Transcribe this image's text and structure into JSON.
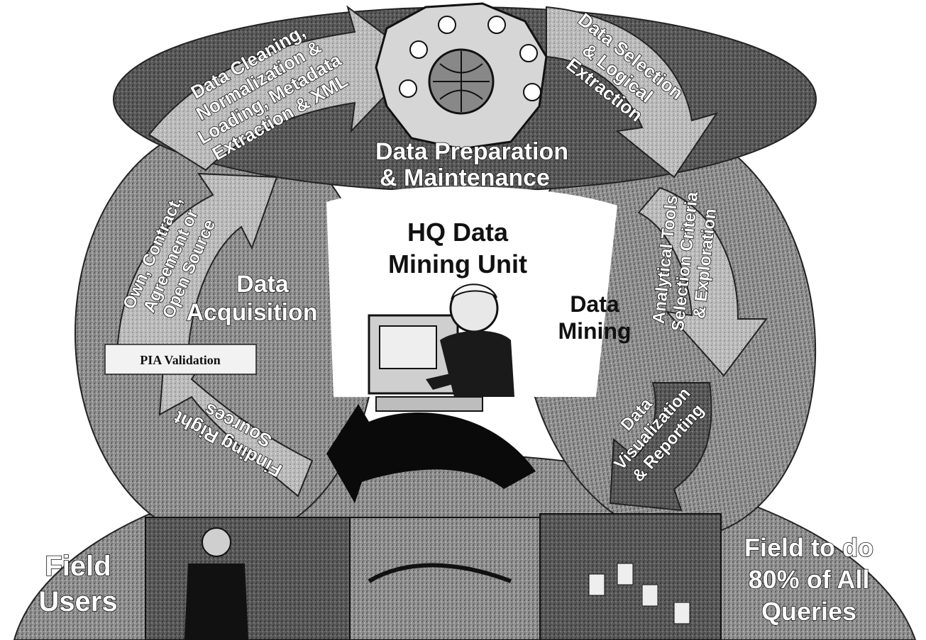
{
  "diagram": {
    "top_ellipse": {
      "left_arrow_lines": [
        "Data Cleaning,",
        "Normalization &",
        "Loading, Metadata",
        "Extraction & XML"
      ],
      "right_arrow_lines": [
        "Data Selection",
        "& Logical",
        "Extraction"
      ],
      "title_lines": [
        "Data Preparation",
        "& Maintenance"
      ]
    },
    "left_ellipse": {
      "arrow_lines": [
        "Own, Contract,",
        "Agreement or",
        "Open Source"
      ],
      "title_lines": [
        "Data",
        "Acquisition"
      ],
      "pia_box": "PIA Validation",
      "bottom_arrow_lines": [
        "Finding Right",
        "Sources"
      ]
    },
    "center": {
      "title_lines": [
        "HQ Data",
        "Mining Unit"
      ]
    },
    "right_ellipse": {
      "title_lines": [
        "Data",
        "Mining"
      ],
      "arrow_lines": [
        "Analytical Tools",
        "Selection Criteria",
        "& Exploration"
      ],
      "bottom_arrow_lines": [
        "Data",
        "Visualization",
        "& Reporting"
      ]
    },
    "bottom_band": {
      "left_lines": [
        "Field",
        "Users"
      ],
      "right_lines": [
        "Field to do",
        "80% of All",
        "Queries"
      ]
    }
  }
}
